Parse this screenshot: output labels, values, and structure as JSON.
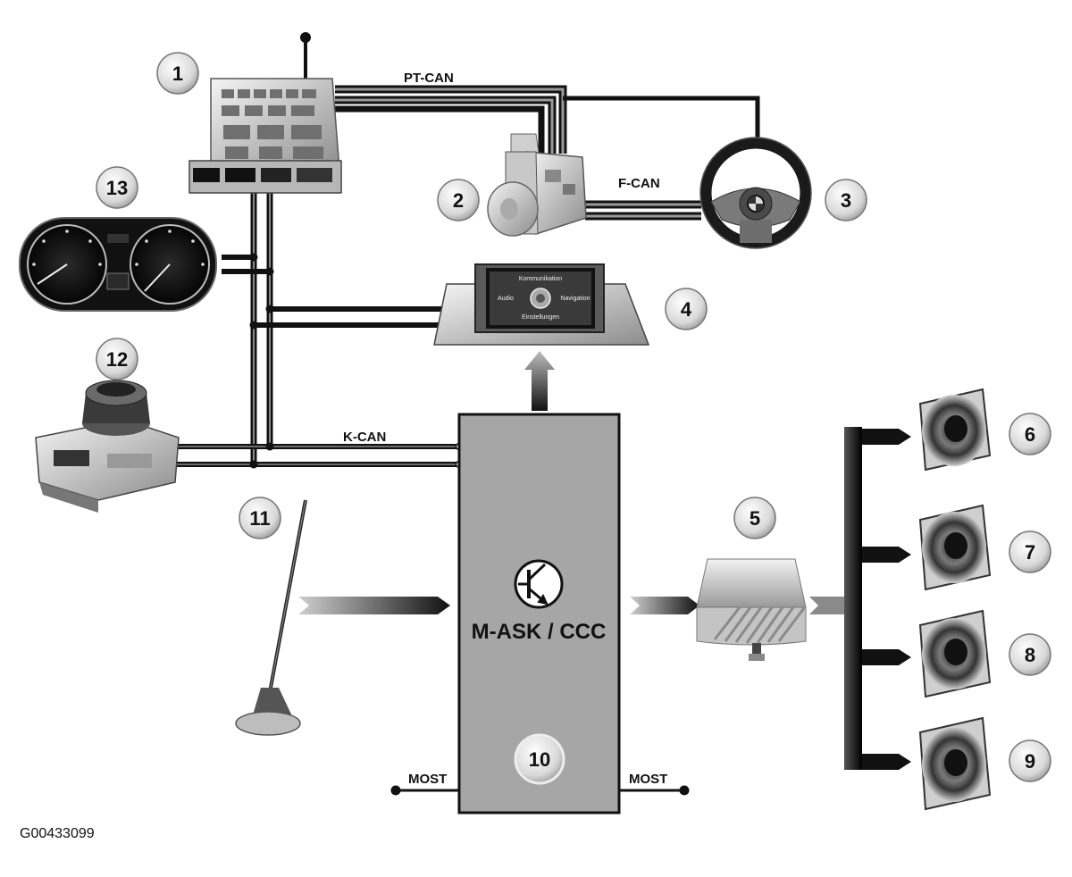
{
  "diagram": {
    "bus_labels": {
      "pt_can": "PT-CAN",
      "f_can": "F-CAN",
      "k_can": "K-CAN",
      "most_left": "MOST",
      "most_right": "MOST"
    },
    "main_unit": {
      "label": "M-ASK / CCC",
      "number": "10"
    },
    "callouts": {
      "c1": "1",
      "c2": "2",
      "c3": "3",
      "c4": "4",
      "c5": "5",
      "c6": "6",
      "c7": "7",
      "c8": "8",
      "c9": "9",
      "c11": "11",
      "c12": "12",
      "c13": "13"
    },
    "screen_texts": {
      "top": "Kommunikation",
      "left": "Audio",
      "right": "Navigation",
      "bottom": "Einstellungen"
    },
    "reference_code": "G00433099"
  }
}
